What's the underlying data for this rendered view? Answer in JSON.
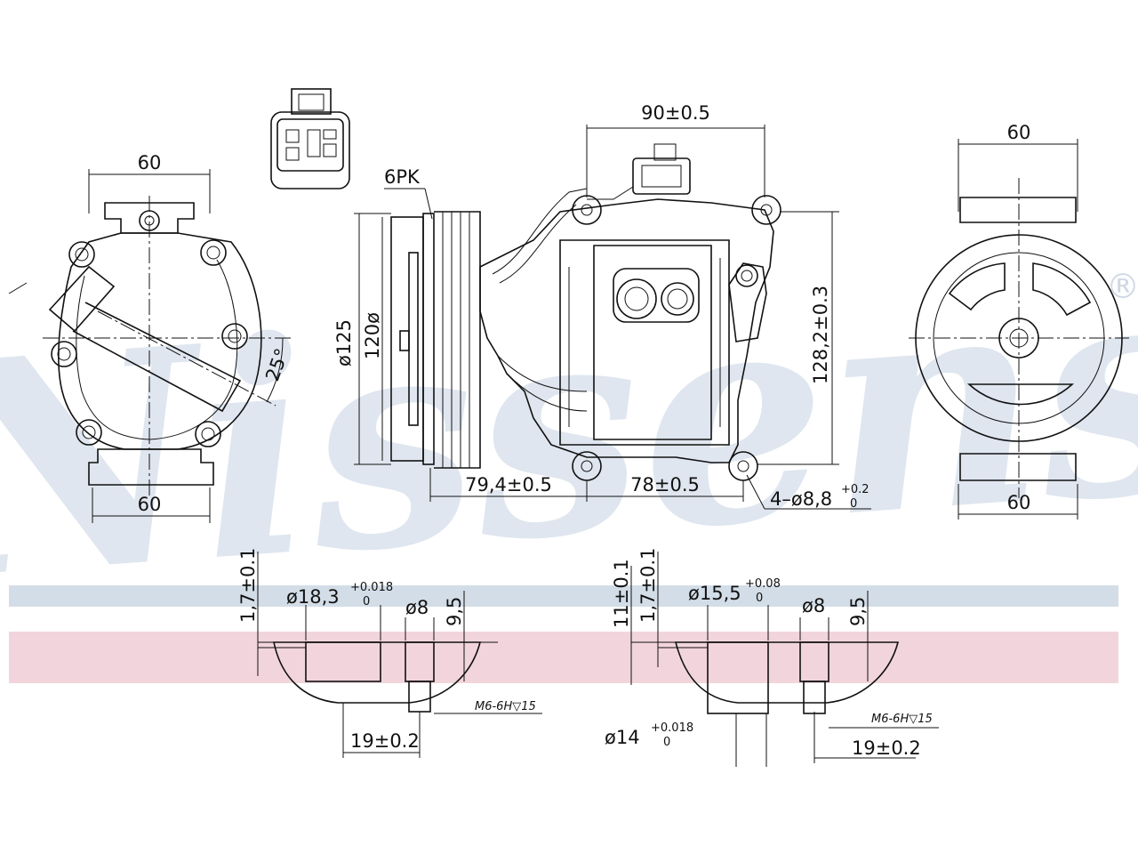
{
  "watermark": {
    "brand": "Nissens",
    "registered": "®"
  },
  "dimensions": {
    "rear_width_top": "60",
    "rear_width_bottom": "60",
    "rear_angle": "25°",
    "belt_type": "6PK",
    "pulley_outer_dia": "ø125",
    "pulley_inner_dia": "120ø",
    "mount_spacing_top": "90±0.5",
    "body_length_a": "79,4±0.5",
    "body_length_b": "78±0.5",
    "mount_holes": "4–ø8,8",
    "mount_holes_tol_upper": "+0.2",
    "mount_holes_tol_lower": "0",
    "overall_height": "128,2±0.3",
    "front_width_top": "60",
    "front_width_bottom": "60"
  },
  "port_left": {
    "depth_a": "1,7±0.1",
    "bore_dia": "ø18,3",
    "bore_tol_upper": "+0.018",
    "bore_tol_lower": "0",
    "hole_dia": "ø8",
    "hole_depth": "9,5",
    "thread": "M6-6H▽15",
    "offset": "19±0.2"
  },
  "port_right": {
    "depth_b": "11±0.1",
    "depth_a": "1,7±0.1",
    "bore_dia": "ø15,5",
    "bore_tol_upper": "+0.08",
    "bore_tol_lower": "0",
    "hole_dia": "ø8",
    "hole_depth": "9,5",
    "thread": "M6-6H▽15",
    "small_dia": "ø14",
    "small_tol_upper": "+0.018",
    "small_tol_lower": "0",
    "offset": "19±0.2"
  },
  "colors": {
    "watermark": "#dfe6ef",
    "band_blue": "#d3dde8",
    "band_red": "#f2d5dc",
    "line": "#111111"
  }
}
